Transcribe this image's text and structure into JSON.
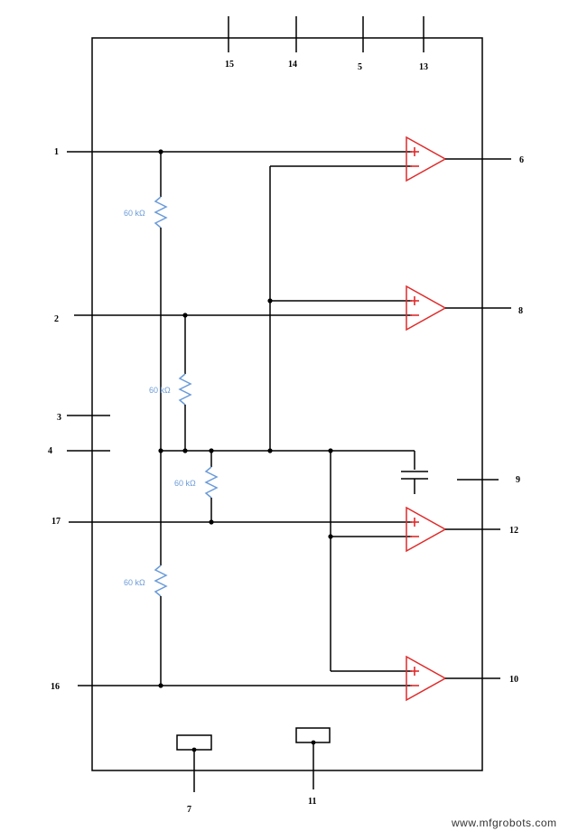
{
  "pins": {
    "p1": "1",
    "p2": "2",
    "p3": "3",
    "p4": "4",
    "p5": "5",
    "p6": "6",
    "p7": "7",
    "p8": "8",
    "p9": "9",
    "p10": "10",
    "p11": "11",
    "p12": "12",
    "p13": "13",
    "p14": "14",
    "p15": "15",
    "p16": "16",
    "p17": "17"
  },
  "resistors": {
    "r1": "60 kΩ",
    "r2": "60 kΩ",
    "r3": "60 kΩ",
    "r4": "60 kΩ"
  },
  "opamp": {
    "plus": "+",
    "minus": "−"
  },
  "watermark": "www.mfgrobots.com",
  "colors": {
    "wire": "#000000",
    "opamp": "#e02a2a",
    "resistor": "#6b9bd8"
  }
}
